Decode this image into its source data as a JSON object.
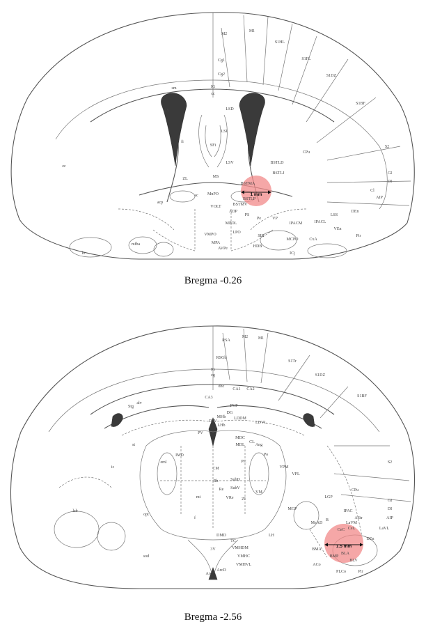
{
  "figure": {
    "top": {
      "caption": "Bregma -0.26",
      "scale_label": "1 mm",
      "labels": [
        "M2",
        "M1",
        "S1HL",
        "S1FL",
        "S1DZ",
        "S1BF",
        "Cg1",
        "Cg2",
        "IG",
        "cc",
        "LV",
        "LSD",
        "LSI",
        "SFi",
        "LSV",
        "BSTLD",
        "BSTLJ",
        "BSTMA",
        "BSTLP",
        "BSTMV",
        "MS",
        "CPu",
        "S2",
        "GI",
        "DI",
        "AIP",
        "Cl",
        "ec",
        "fi",
        "sm",
        "ZL",
        "MnPO",
        "acp",
        "ac",
        "LSS",
        "DEn",
        "IPACL",
        "IPACM",
        "VP",
        "ADP",
        "PS",
        "Pe",
        "VOLT",
        "LPO",
        "MPA",
        "MPOL",
        "SIB",
        "HDB",
        "MCPO",
        "CxA",
        "VEn",
        "Pir",
        "ICj",
        "mfba",
        "VMPO",
        "AVPe",
        "lo"
      ],
      "highlight_color": "#f28a8a"
    },
    "bottom": {
      "caption": "Bregma -2.56",
      "scale_label": "1.5 mm",
      "labels": [
        "RSA",
        "M2",
        "M1",
        "S1Tr",
        "S1DZ",
        "S1BF",
        "RSGb",
        "IG",
        "cg",
        "alv",
        "dhc",
        "CA1",
        "CA2",
        "CA3",
        "D3V",
        "MHb",
        "LHb",
        "DG",
        "PVP",
        "PV",
        "LDDM",
        "LDVL",
        "MDC",
        "MDL",
        "CL",
        "Ang",
        "Po",
        "IMD",
        "PC",
        "CM",
        "VPM",
        "VPL",
        "Rh",
        "SubD",
        "SubV",
        "Re",
        "VRe",
        "ZI",
        "MGP",
        "VM",
        "Stg",
        "st",
        "ic",
        "opt",
        "DMD",
        "TC",
        "VMHDM",
        "VMHC",
        "VMHVL",
        "LH",
        "MeAD",
        "BMA",
        "BMP",
        "BLV",
        "ACo",
        "PLCo",
        "Pir",
        "BLA",
        "LaVM",
        "CeC",
        "CeL",
        "AStr",
        "DEn",
        "LaVL",
        "IPAC",
        "B",
        "CPu",
        "S2",
        "GI",
        "DI",
        "AIP",
        "LGP",
        "lab",
        "f",
        "3V",
        "Arc",
        "ArcD",
        "mt",
        "sod",
        "eml"
      ],
      "highlight_color": "#f28a8a"
    }
  }
}
